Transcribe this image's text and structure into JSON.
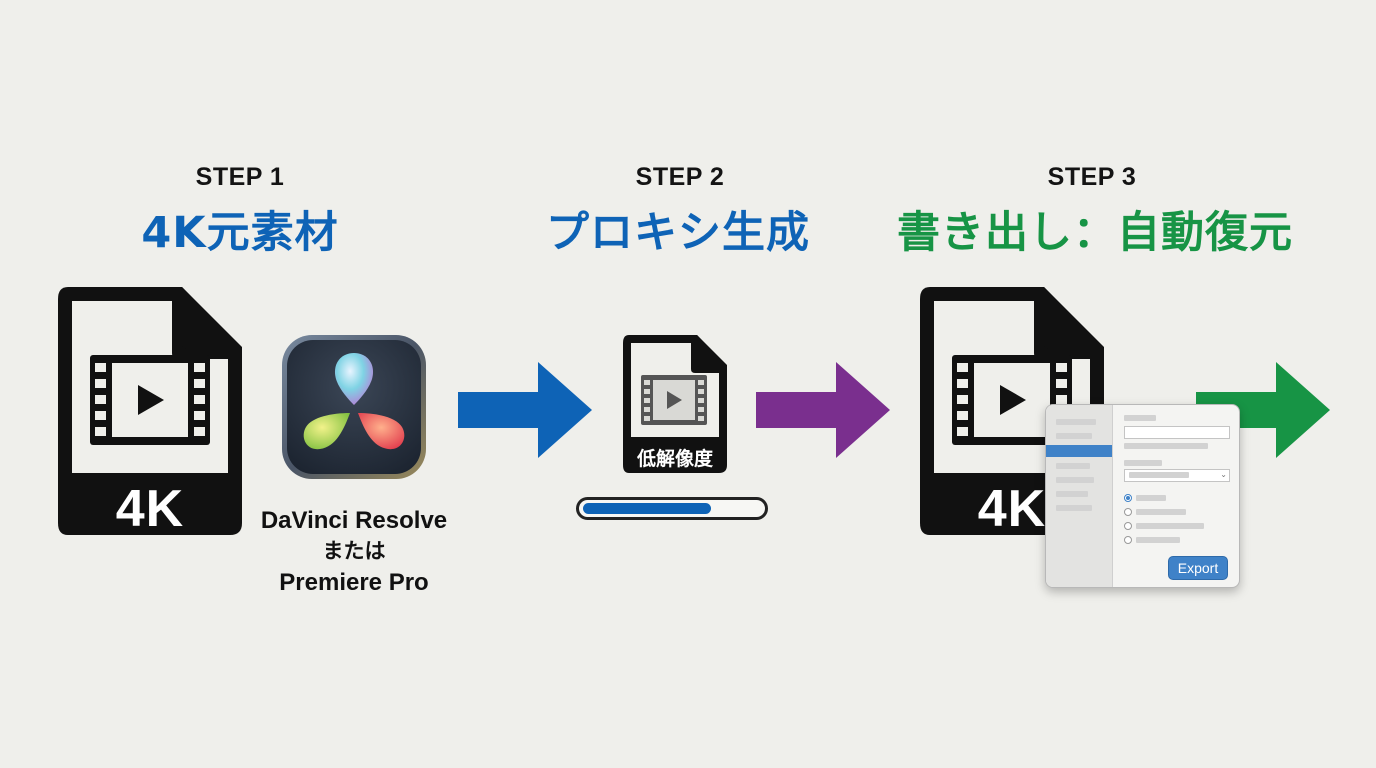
{
  "steps": [
    {
      "label": "STEP 1",
      "title": "4K元素材",
      "color": "#0e63b6"
    },
    {
      "label": "STEP 2",
      "title": "プロキシ生成",
      "color": "#0e63b6"
    },
    {
      "label": "STEP 3",
      "title": "書き出し：自動復元",
      "color": "#179445"
    }
  ],
  "step1": {
    "file_badge": "4K",
    "app_caption_line1": "DaVinci Resolve",
    "app_caption_line2": "または",
    "app_caption_line3": "Premiere Pro"
  },
  "step2": {
    "proxy_badge": "低解像度",
    "progress": 0.72
  },
  "step3": {
    "file_badge": "4K",
    "dialog_button": "Export"
  },
  "arrows": [
    {
      "name": "arrow-step1-to-2",
      "color": "#0e63b6"
    },
    {
      "name": "arrow-step2-to-3",
      "color": "#7a2f8e"
    },
    {
      "name": "arrow-step3-out",
      "color": "#179445"
    }
  ],
  "icons": [
    "video-file-icon",
    "davinci-resolve-icon",
    "proxy-file-icon",
    "export-dialog-icon"
  ]
}
